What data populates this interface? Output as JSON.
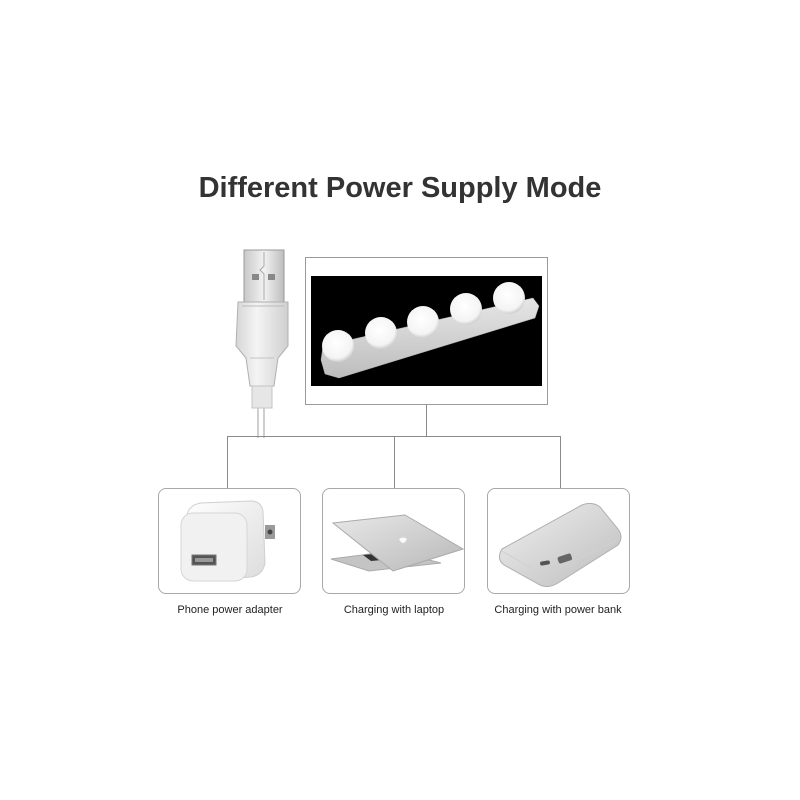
{
  "title": "Different Power Supply Mode",
  "product": {
    "name": "5-bulb LED vanity light bar",
    "bulb_count": 5,
    "background": "#000000"
  },
  "connector": {
    "type": "usb-a-plug"
  },
  "options": [
    {
      "label": "Phone power adapter",
      "icon": "wall-adapter-icon"
    },
    {
      "label": "Charging with laptop",
      "icon": "laptop-icon"
    },
    {
      "label": "Charging with power bank",
      "icon": "power-bank-icon"
    }
  ],
  "colors": {
    "title": "#333333",
    "lines": "#8a8a8a",
    "card_border": "#a8a8a8"
  }
}
